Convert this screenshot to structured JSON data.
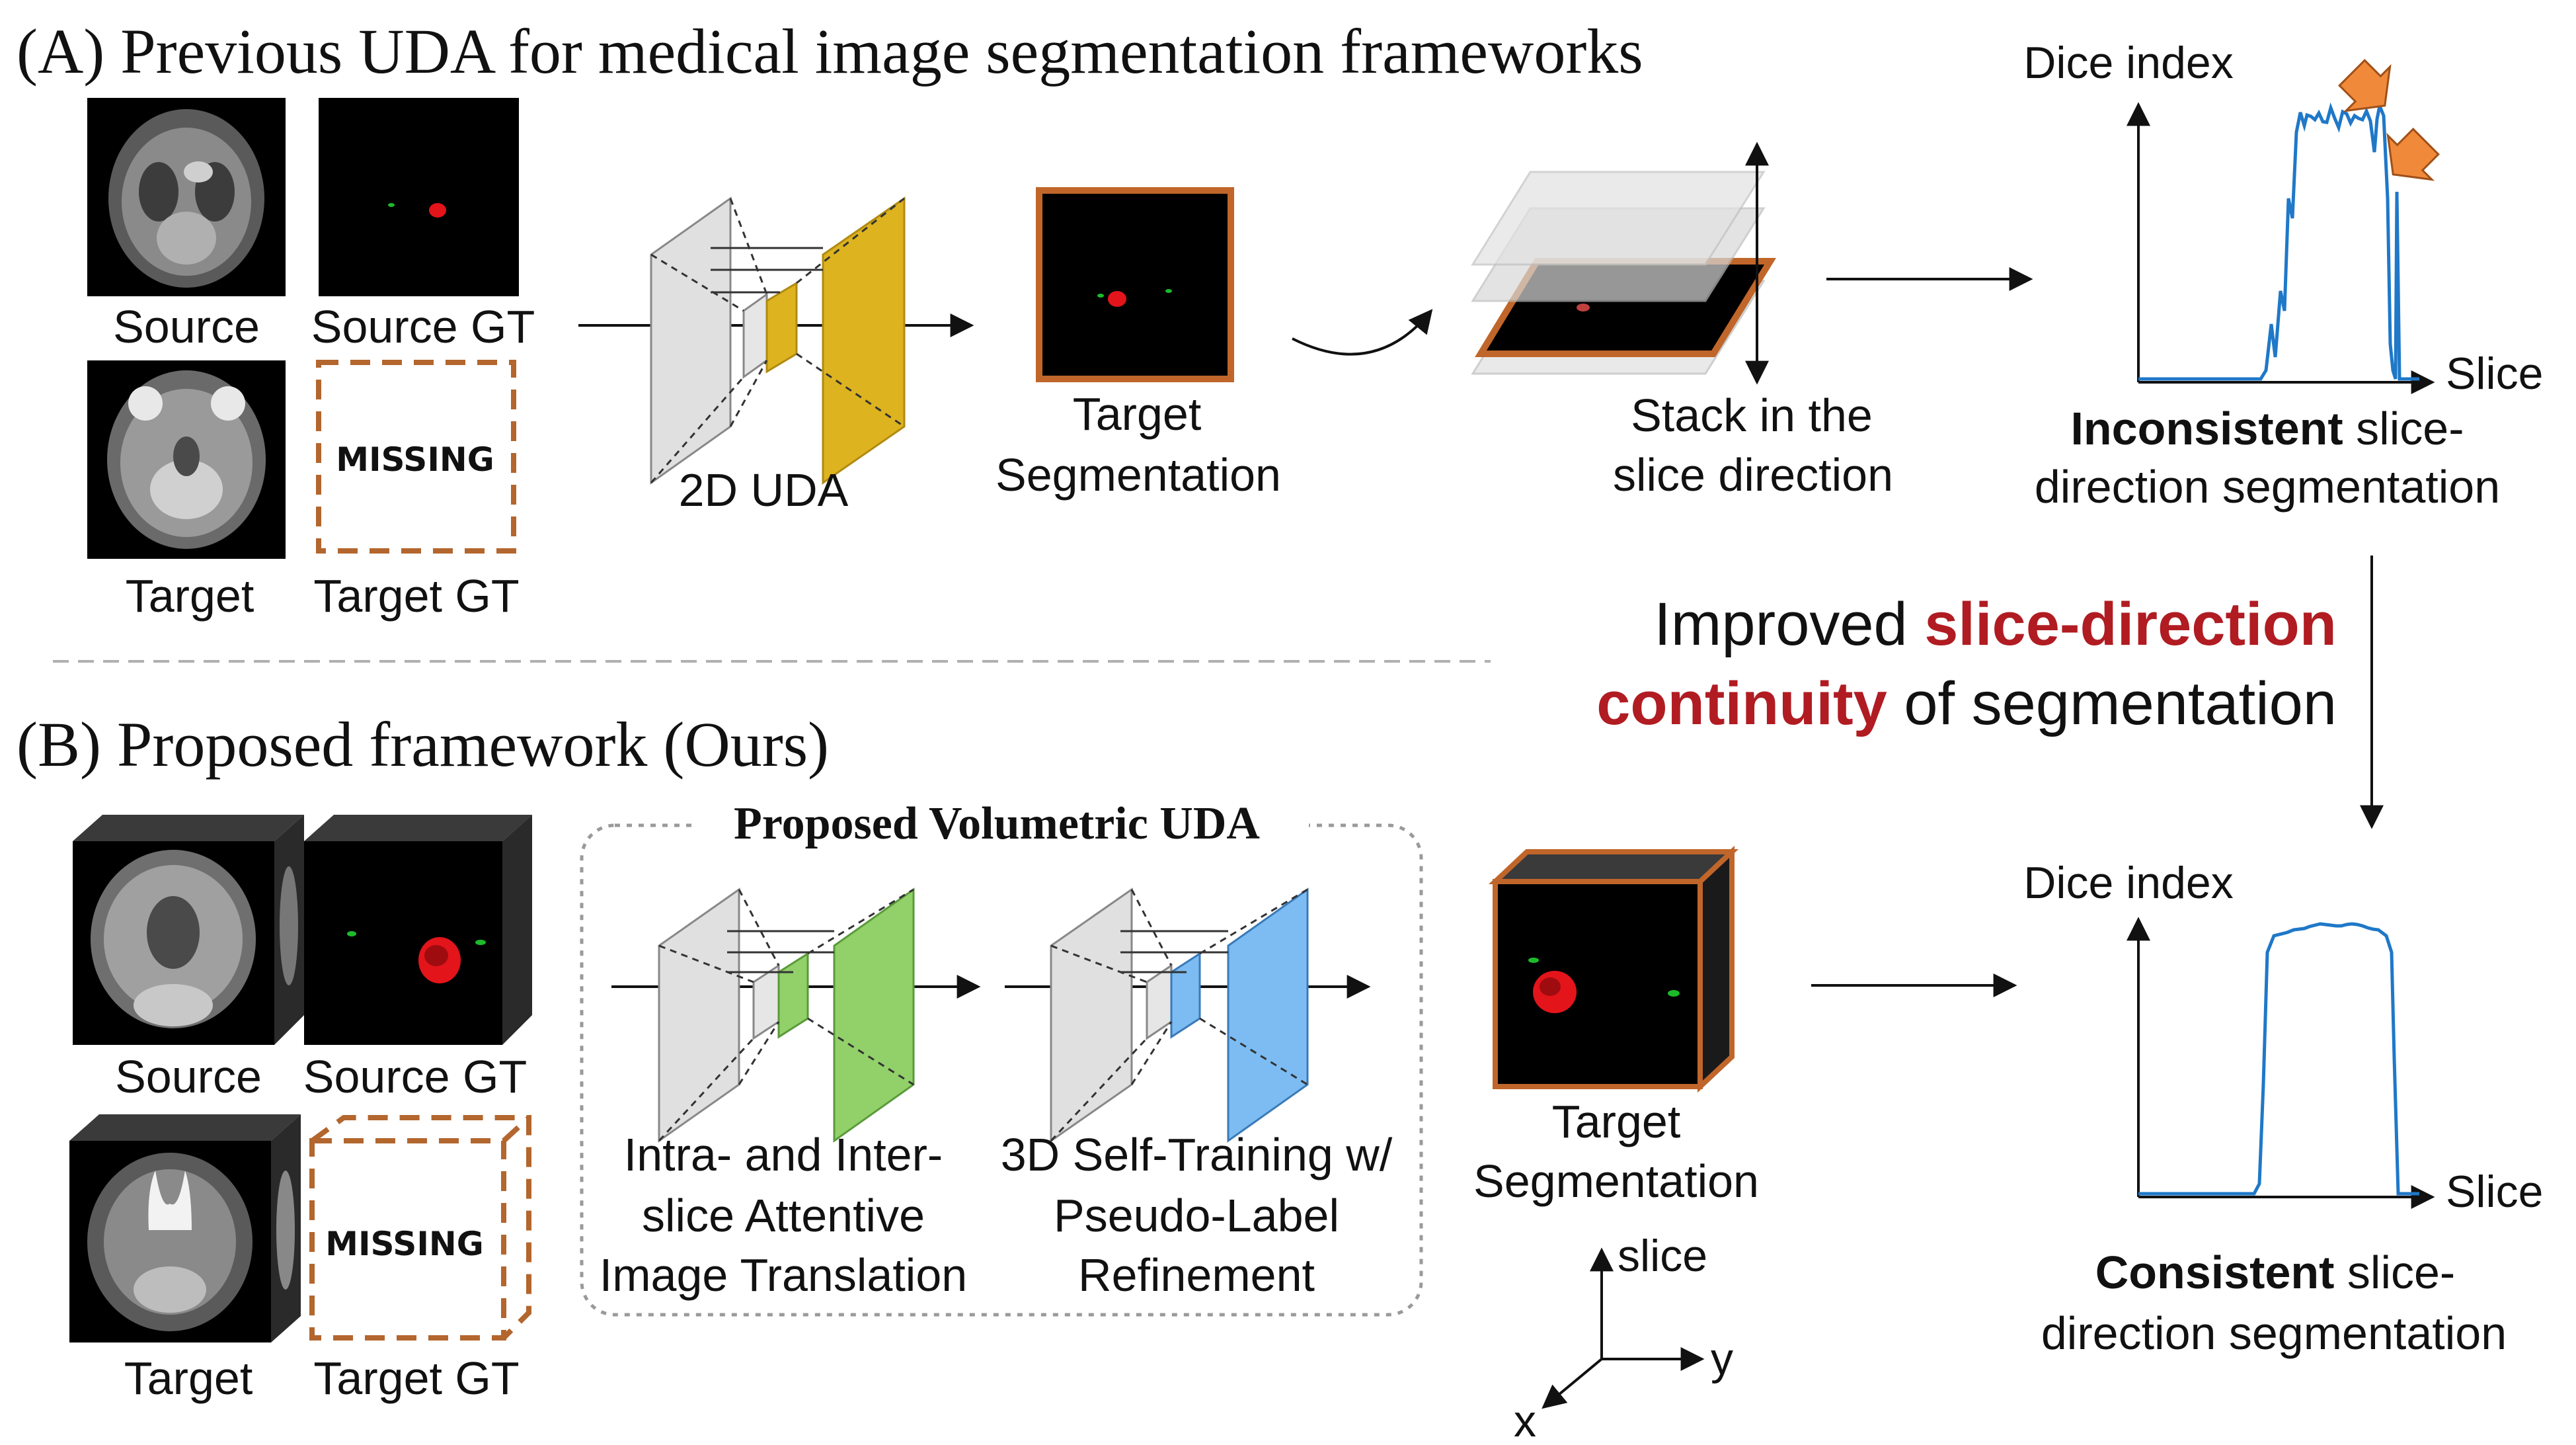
{
  "sections": {
    "a_title": "(A) Previous UDA for medical image segmentation frameworks",
    "b_title": "(B) Proposed framework (Ours)"
  },
  "top": {
    "source": "Source",
    "source_gt": "Source GT",
    "target": "Target",
    "target_gt": "Target GT",
    "missing": "MISSING",
    "uda_label": "2D UDA",
    "target_seg_line1": "Target",
    "target_seg_line2": "Segmentation",
    "stack_line1": "Stack in the",
    "stack_line2": "slice direction",
    "chart_ylabel": "Dice index",
    "chart_xlabel": "Slice",
    "caption_bold": "Inconsistent",
    "caption_rest1": " slice-",
    "caption_line2": "direction segmentation"
  },
  "middle": {
    "improved": "Improved ",
    "highlight1": "slice-direction",
    "highlight2": "continuity",
    "of_seg": " of segmentation"
  },
  "bottom": {
    "source": "Source",
    "source_gt": "Source GT",
    "target": "Target",
    "target_gt": "Target GT",
    "missing": "MISSING",
    "box_title": "Proposed Volumetric UDA",
    "mod1_line1": "Intra- and Inter-",
    "mod1_line2": "slice Attentive",
    "mod1_line3": "Image Translation",
    "mod2_line1": "3D Self-Training w/",
    "mod2_line2": "Pseudo-Label",
    "mod2_line3": "Refinement",
    "target_seg_line1": "Target",
    "target_seg_line2": "Segmentation",
    "axis_slice": "slice",
    "axis_y": "y",
    "axis_x": "x",
    "chart_ylabel": "Dice index",
    "chart_xlabel": "Slice",
    "caption_bold": "Consistent",
    "caption_rest1": " slice-",
    "caption_line2": "direction segmentation"
  },
  "colors": {
    "orange_frame": "#c0662a",
    "missing_dash": "#b3662e",
    "uda_2d_plane": "#ddb320",
    "translation_plane": "#92d06a",
    "selftrain_plane": "#7cbcf2",
    "chart_line": "#1f78c8",
    "highlight_red": "#b01c22",
    "arrow_marker": "#f08a3a"
  }
}
